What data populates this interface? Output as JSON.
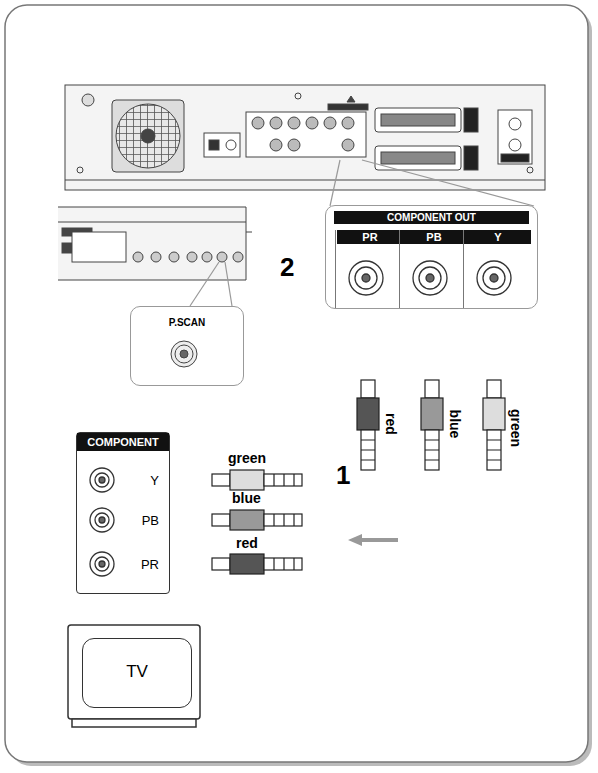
{
  "diagram": {
    "nodes": [
      {
        "text": [
          "COMPONENT OUT"
        ]
      },
      {
        "text": [
          "PR"
        ],
        "in": 0
      },
      {
        "text": [
          "PB"
        ],
        "in": 0
      },
      {
        "text": [
          "Y"
        ],
        "in": 0
      },
      {
        "text": [
          "P.SCAN"
        ]
      },
      {
        "text": [
          "COMPONENT"
        ]
      },
      {
        "text": [
          "Y"
        ],
        "in": 5
      },
      {
        "text": [
          "PB"
        ],
        "in": 5
      },
      {
        "text": [
          "PR"
        ],
        "in": 5
      },
      {
        "text": [
          "TV"
        ]
      }
    ],
    "edges": [
      {
        "from": 1,
        "to": 8,
        "arrow": "both",
        "label": "red"
      },
      {
        "from": 2,
        "to": 7,
        "arrow": "both",
        "label": "blue"
      },
      {
        "from": 3,
        "to": 6,
        "arrow": "both",
        "label": "green"
      }
    ],
    "labels": [
      "2",
      "1",
      "green",
      "blue",
      "red"
    ]
  }
}
